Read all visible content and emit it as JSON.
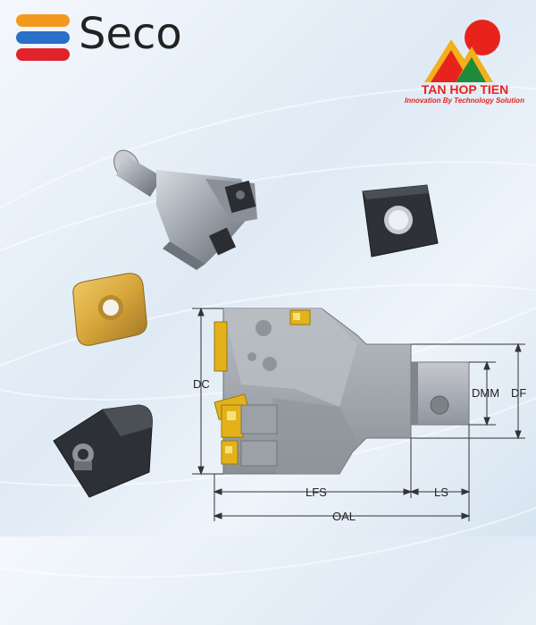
{
  "brand": {
    "name": "Seco",
    "stripe_colors": [
      "#f39a1e",
      "#2a6fc9",
      "#e2232a"
    ]
  },
  "partner": {
    "name": "TAN HOP TIEN",
    "slogan": "Innovation By Technology Solution",
    "accent_color": "#e8231c"
  },
  "diagram": {
    "labels": {
      "dc": "DC",
      "dmm": "DMM",
      "df": "DF",
      "lfs": "LFS",
      "ls": "LS",
      "oal": "OAL"
    }
  }
}
